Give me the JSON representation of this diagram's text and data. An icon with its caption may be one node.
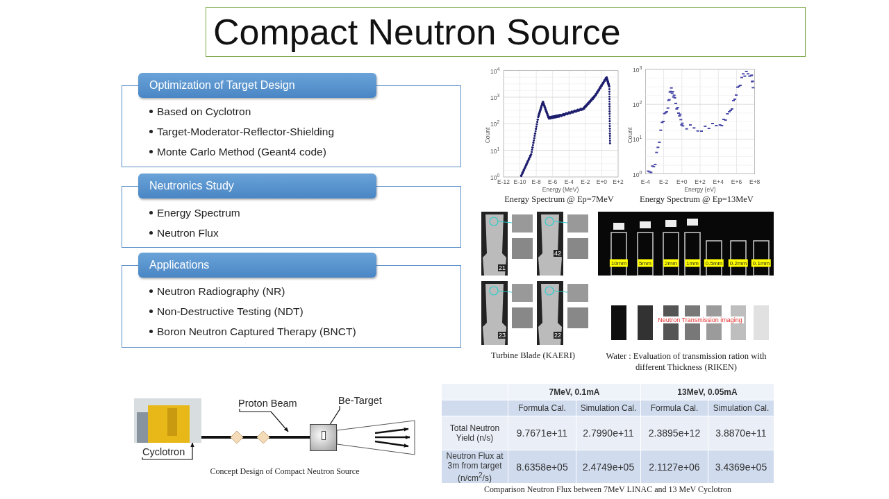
{
  "diagram": {
    "title": "Compact Neutron Source",
    "nodes": [
      {
        "text": [
          "Optimization of Target Design",
          "Based on Cyclotron",
          "Target-Moderator-Reflector-Shielding",
          "Monte Carlo Method (Geant4 code)"
        ]
      },
      {
        "text": [
          "Neutronics Study",
          "Energy Spectrum",
          "Neutron Flux"
        ]
      },
      {
        "text": [
          "Applications",
          "Neutron Radiography (NR)",
          "Non-Destructive Testing (NDT)",
          "Boron Neutron Captured Therapy (BNCT)"
        ]
      },
      {
        "text": [],
        "shape": "picture"
      },
      {
        "text": [
          "Cyclotron"
        ]
      },
      {
        "text": [
          "Proton Beam"
        ]
      },
      {
        "text": [],
        "shape": "box"
      },
      {
        "text": [],
        "shape": "box",
        "in": 6
      },
      {
        "text": [
          "Be-Target"
        ]
      }
    ],
    "edges": [
      {
        "from": 4,
        "to": 3,
        "arrow": "to"
      },
      {
        "from": 5,
        "to": null,
        "arrow": "to"
      },
      {
        "from": 8,
        "to": 7,
        "arrow": "to"
      },
      {
        "from": 3,
        "to": 6,
        "arrow": "none",
        "style": "thick"
      }
    ],
    "labels": [
      "Count",
      "Energy (MeV)",
      "E-12",
      "E-10",
      "E-8",
      "E-6",
      "E-4",
      "E-2",
      "E+0",
      "E+2",
      "10$^{0}$",
      "10$^{1}$",
      "10$^{2}$",
      "10$^{3}$",
      "10$^{4}$",
      "Count",
      "Energy (eV)",
      "E-4",
      "E-2",
      "E+0",
      "E+2",
      "E+4",
      "E+6",
      "E+8",
      "10$^{0}$",
      "10$^{1}$",
      "10$^{2}$",
      "10$^{3}$",
      "Energy Spectrum @ Ep=7MeV",
      "Energy Spectrum @ Ep=13MeV",
      "21",
      "42",
      "23",
      "22",
      "10mm",
      "5mm",
      "2mm",
      "1mm",
      "0.5mm",
      "0.2mm",
      "0.1mm",
      "Neutron Transmission imaging",
      "Turbine Blade (KAERI)",
      "Water : Evaluation of transmission ration with different Thickness (RIKEN)",
      "7MeV, 0.1mA",
      "13MeV, 0.05mA",
      "Formula Cal.",
      "Simulation Cal.",
      "Formula Cal.",
      "Simulation Cal.",
      "Total Neutron Yield (n/s)",
      "9.7671e+11",
      "2.7990e+11",
      "2.3895e+12",
      "3.8870e+11",
      "Neutron Flux at 3m from target (n/cm$^{2}$/s)",
      "8.6358e+05",
      "2.4749e+05",
      "2.1127e+06",
      "3.4369e+05",
      "Concept Design of Compact Neutron Source",
      "Comparison Neutron Flux between 7MeV LINAC and 13 MeV Cyclotron"
    ]
  }
}
